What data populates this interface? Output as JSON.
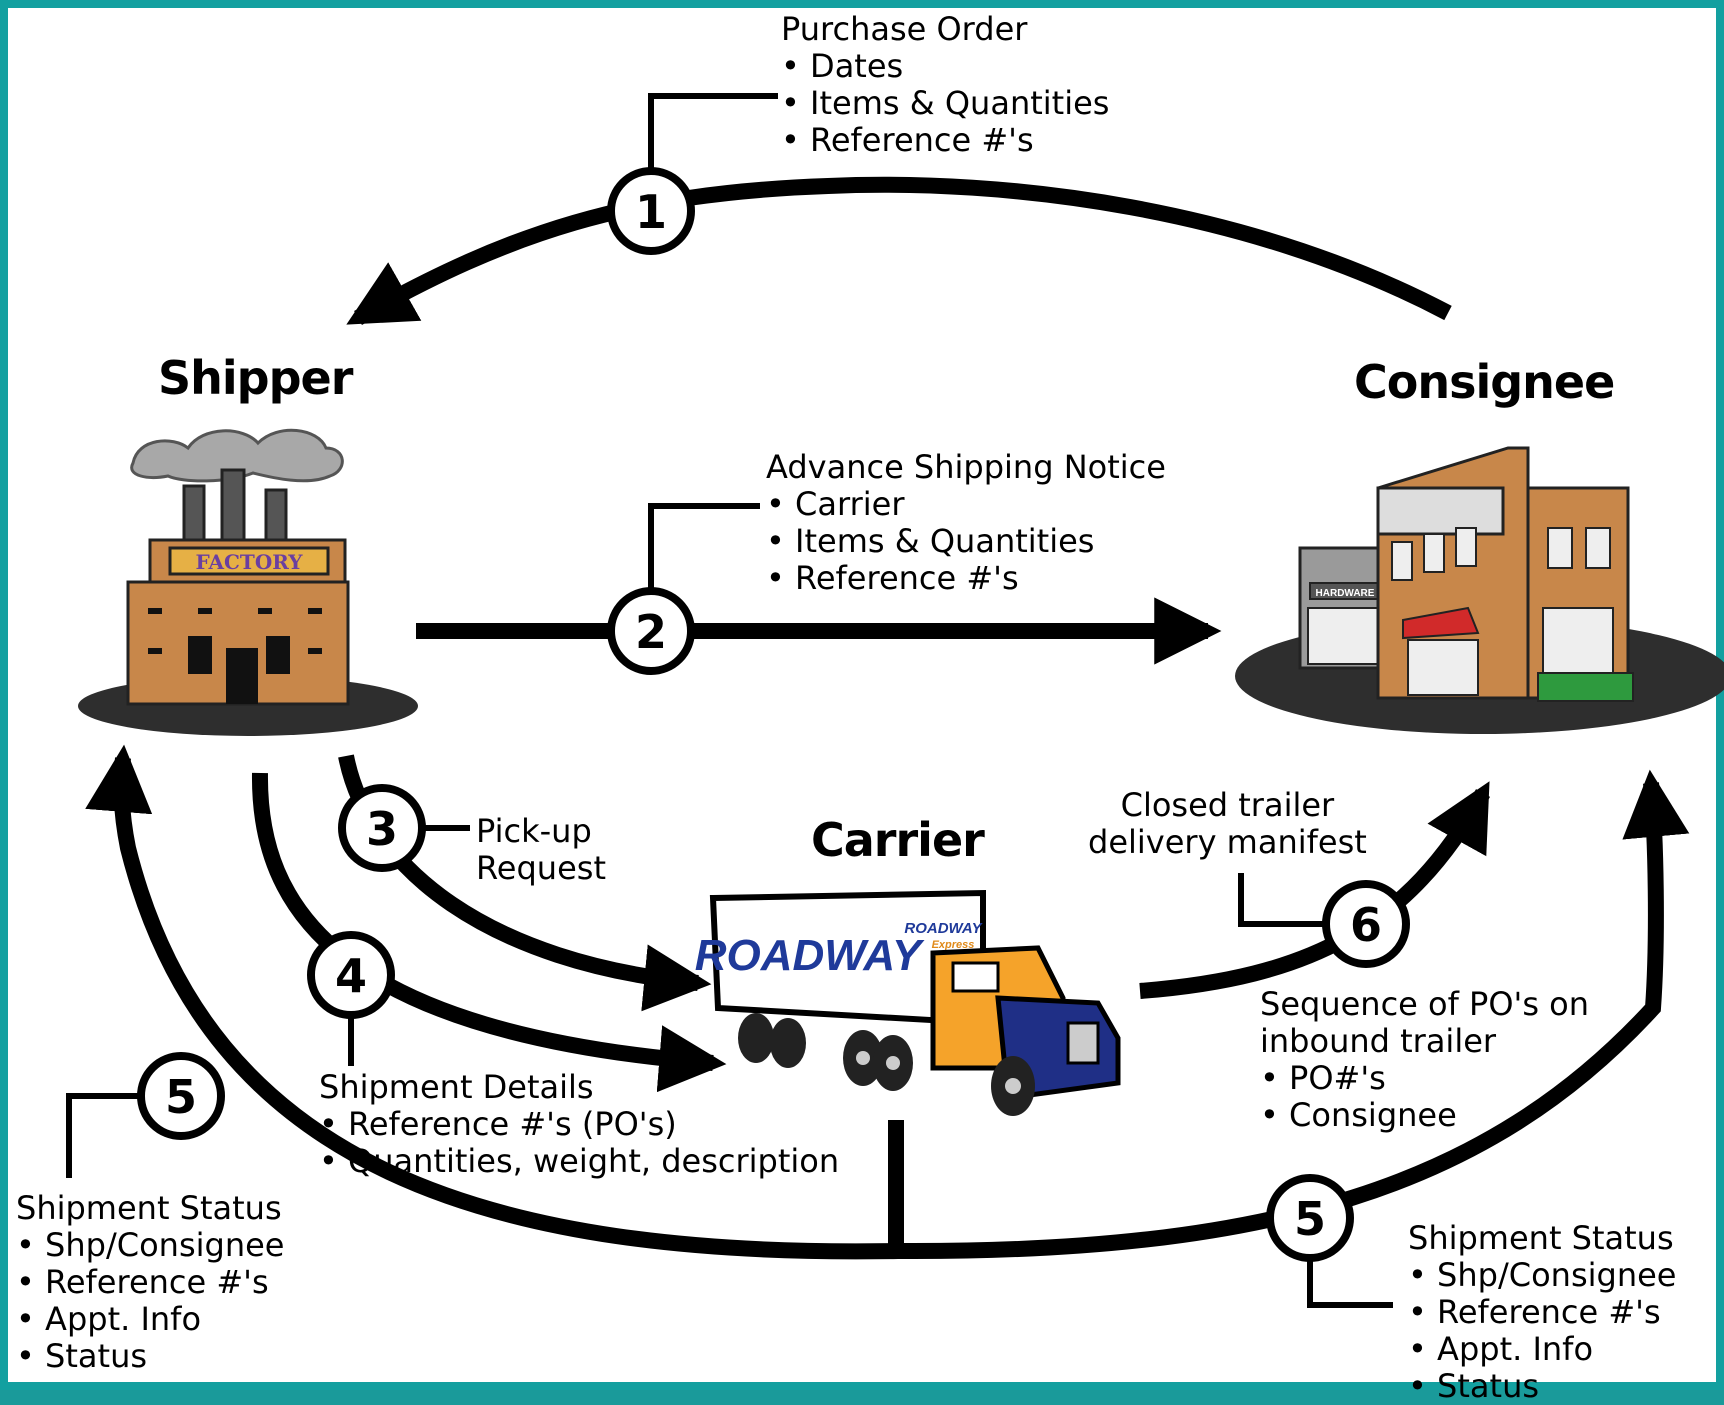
{
  "nodes": {
    "shipper": "Shipper",
    "consignee": "Consignee",
    "carrier": "Carrier"
  },
  "illustration_text": {
    "factory_sign": "FACTORY",
    "store_sign": "HARDWARE",
    "truck_logo": "ROADWAY",
    "truck_logo_small": "ROADWAY",
    "truck_logo_sub": "Express"
  },
  "steps": {
    "s1": {
      "num": "1",
      "title": "Purchase Order",
      "items": [
        "Dates",
        "Items & Quantities",
        "Reference #'s"
      ]
    },
    "s2": {
      "num": "2",
      "title": "Advance Shipping Notice",
      "items": [
        "Carrier",
        "Items & Quantities",
        "Reference #'s"
      ]
    },
    "s3": {
      "num": "3",
      "line1": "Pick-up",
      "line2": "Request"
    },
    "s4": {
      "num": "4",
      "title": "Shipment Details",
      "items": [
        "Reference #'s (PO's)",
        "Quantities, weight, description"
      ]
    },
    "s5_left": {
      "num": "5",
      "title": "Shipment Status",
      "items": [
        "Shp/Consignee",
        "Reference #'s",
        "Appt. Info",
        "Status"
      ]
    },
    "s5_right": {
      "num": "5",
      "title": "Shipment Status",
      "items": [
        "Shp/Consignee",
        "Reference #'s",
        "Appt. Info",
        "Status"
      ]
    },
    "s6": {
      "num": "6",
      "top_line1": "Closed trailer",
      "top_line2": "delivery manifest",
      "title_line1": "Sequence of PO's on",
      "title_line2": "inbound trailer",
      "items": [
        "PO#'s",
        "Consignee"
      ]
    }
  },
  "colors": {
    "border": "#13a0a0",
    "factory_brick": "#c8874a",
    "factory_sign": "#e6b045",
    "factory_sign_text": "#6a3fa0",
    "store_brick": "#c8874a",
    "awning": "#d12a2a",
    "fence": "#2e9a3e",
    "truck_cab_orange": "#f5a32a",
    "truck_hood_blue": "#1f2f86",
    "logo_blue": "#1f3a9a",
    "smoke": "#a8a8a8"
  }
}
